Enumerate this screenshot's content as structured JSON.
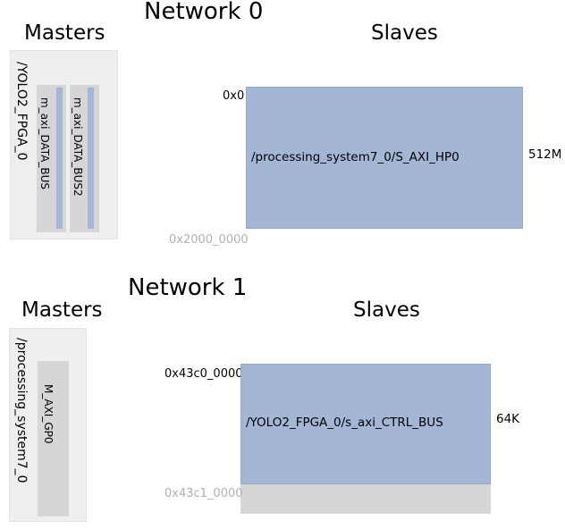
{
  "networks": [
    {
      "title": "Network 0",
      "masters_header": "Masters",
      "slaves_header": "Slaves",
      "master_name": "/YOLO2_FPGA_0",
      "ports": [
        "m_axi_DATA_BUS",
        "m_axi_DATA_BUS2"
      ],
      "slave": {
        "start": "0x0",
        "end": "0x2000_0000",
        "name": "/processing_system7_0/S_AXI_HP0",
        "size": "512M"
      }
    },
    {
      "title": "Network 1",
      "masters_header": "Masters",
      "slaves_header": "Slaves",
      "master_name": "/processing_system7_0",
      "ports": [
        "M_AXI_GP0"
      ],
      "slave": {
        "start": "0x43c0_0000",
        "end": "0x43c1_0000",
        "name": "/YOLO2_FPGA_0/s_axi_CTRL_BUS",
        "size": "64K"
      }
    }
  ],
  "colors": {
    "mapped": "#a3b6d6",
    "unmapped": "#d6d6d6",
    "master_bg": "#efefef",
    "end_address": "#b0b0b0"
  }
}
